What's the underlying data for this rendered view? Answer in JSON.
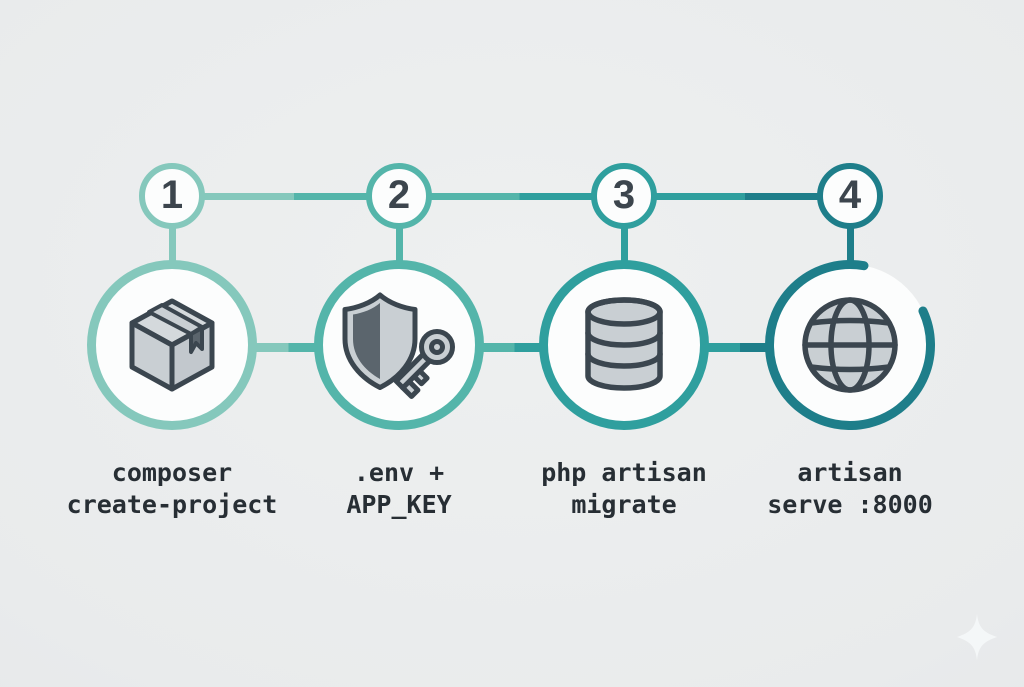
{
  "diagram": {
    "type": "process-flow",
    "step_count": 4
  },
  "steps": [
    {
      "number": "1",
      "icon": "package-box-icon",
      "label_lines": [
        "composer",
        "create-project"
      ],
      "color": "#85c8bc"
    },
    {
      "number": "2",
      "icon": "shield-key-icon",
      "label_lines": [
        ".env +",
        "APP_KEY"
      ],
      "color": "#54b5aa"
    },
    {
      "number": "3",
      "icon": "database-icon",
      "label_lines": [
        "php artisan",
        "migrate"
      ],
      "color": "#2f9f9e"
    },
    {
      "number": "4",
      "icon": "globe-icon",
      "label_lines": [
        "artisan",
        "serve :8000"
      ],
      "color": "#1e7e8a"
    }
  ],
  "colors": {
    "background": "#e9ebec",
    "circle_fill": "#fcfdfd",
    "number_text": "#3c454d",
    "label_text": "#272e34",
    "icon_outline": "#3b464f",
    "icon_fill_light": "#c9cfd3",
    "icon_fill_lighter": "#d4d9dc",
    "icon_fill_mid": "#c2c8cd",
    "icon_fill_dark": "#5b656d",
    "sparkle": "#f6f9fa"
  },
  "decor": {
    "sparkle_icon": "four-point-star"
  }
}
